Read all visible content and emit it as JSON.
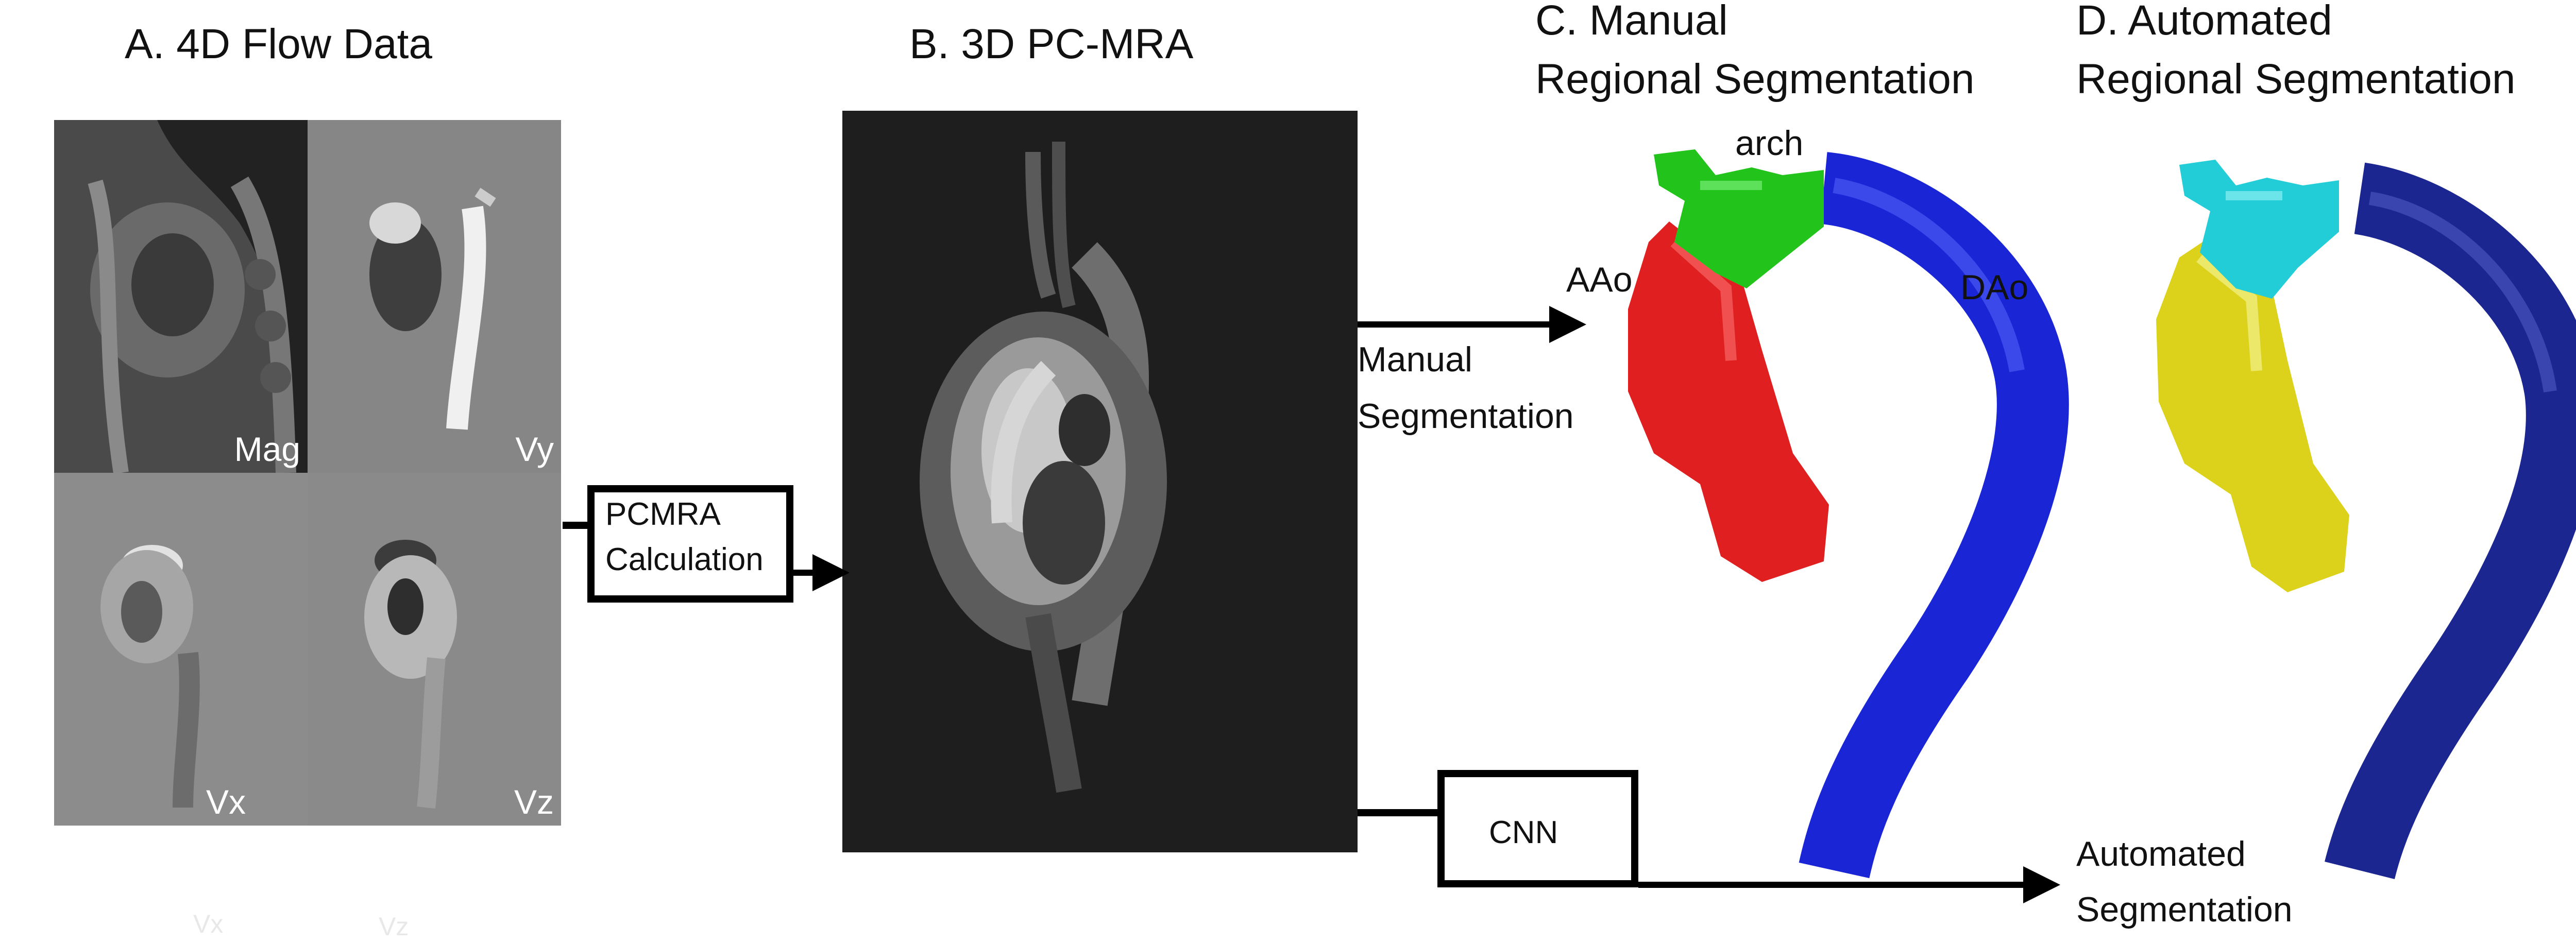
{
  "panels": {
    "a_title": "A. 4D Flow Data",
    "b_title": "B. 3D PC-MRA",
    "c_title_line1": "C. Manual",
    "c_title_line2": "Regional Segmentation",
    "d_title_line1": "D. Automated",
    "d_title_line2": "Regional Segmentation"
  },
  "flow_images": {
    "mag": "Mag",
    "vy": "Vy",
    "vx": "Vx",
    "vz": "Vz"
  },
  "ghost_labels": {
    "vx": "Vx",
    "vz": "Vz"
  },
  "boxes": {
    "pcmra_line1": "PCMRA",
    "pcmra_line2": "Calculation",
    "cnn": "CNN"
  },
  "arrows": {
    "manual_line1": "Manual",
    "manual_line2": "Segmentation",
    "automated_line1": "Automated",
    "automated_line2": "Segmentation"
  },
  "regions": {
    "arch": "arch",
    "aao": "AAo",
    "dao": "DAo"
  },
  "colors": {
    "aao_manual": "#e02020",
    "arch_manual": "#22c41c",
    "dao_manual": "#1a26d6",
    "aao_auto": "#dcd21c",
    "arch_auto": "#22cdd8",
    "dao_auto": "#1c2690"
  }
}
